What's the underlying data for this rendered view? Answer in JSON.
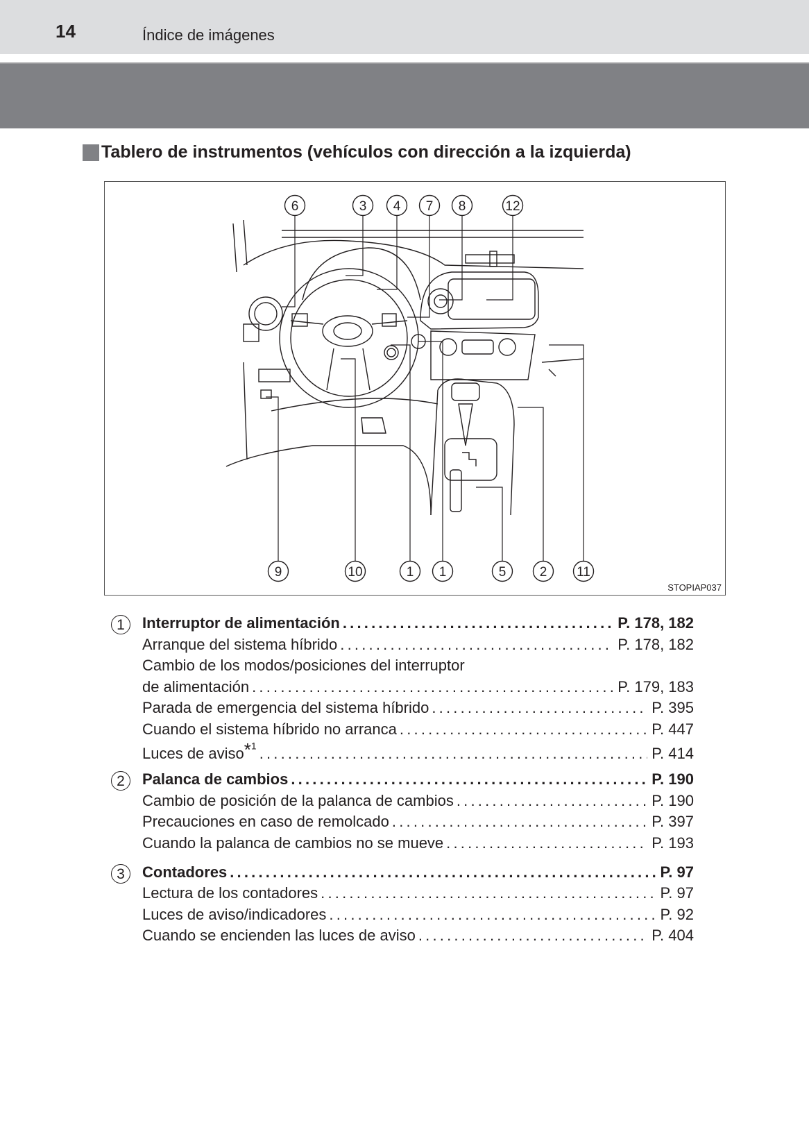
{
  "header": {
    "page_number": "14",
    "section_title": "Índice de imágenes"
  },
  "section": {
    "title": "Tablero de instrumentos (vehículos con dirección a la izquierda)"
  },
  "figure": {
    "code": "STOPIAP037",
    "top_callouts": [
      "6",
      "3",
      "4",
      "7",
      "8",
      "12"
    ],
    "bottom_callouts": [
      "9",
      "10",
      "1",
      "1",
      "5",
      "2",
      "11"
    ]
  },
  "entries": [
    {
      "num": "1",
      "label": "Interruptor de alimentación",
      "page": "P. 178, 182",
      "bold": true
    },
    {
      "label": "Arranque del sistema híbrido",
      "page": "P. 178, 182"
    },
    {
      "label": "Cambio de los modos/posiciones del interruptor",
      "page": ""
    },
    {
      "label": "de alimentación",
      "page": "P. 179, 183"
    },
    {
      "label": "Parada de emergencia del sistema híbrido",
      "page": "P. 395"
    },
    {
      "label": "Cuando el sistema híbrido no arranca",
      "page": "P. 447"
    },
    {
      "label": "Luces de aviso",
      "sup": "*1",
      "page": "P. 414"
    },
    {
      "num": "2",
      "label": "Palanca de cambios",
      "page": "P. 190",
      "bold": true
    },
    {
      "label": "Cambio de posición de la palanca de cambios",
      "page": "P. 190"
    },
    {
      "label": "Precauciones en caso de remolcado",
      "page": "P. 397"
    },
    {
      "label": "Cuando la palanca de cambios no se mueve",
      "page": "P. 193"
    },
    {
      "num": "3",
      "label": "Contadores",
      "page": "P. 97",
      "bold": true
    },
    {
      "label": "Lectura de los contadores",
      "page": "P. 97"
    },
    {
      "label": "Luces de aviso/indicadores",
      "page": "P. 92"
    },
    {
      "label": "Cuando se encienden las luces de aviso",
      "page": "P. 404"
    }
  ]
}
